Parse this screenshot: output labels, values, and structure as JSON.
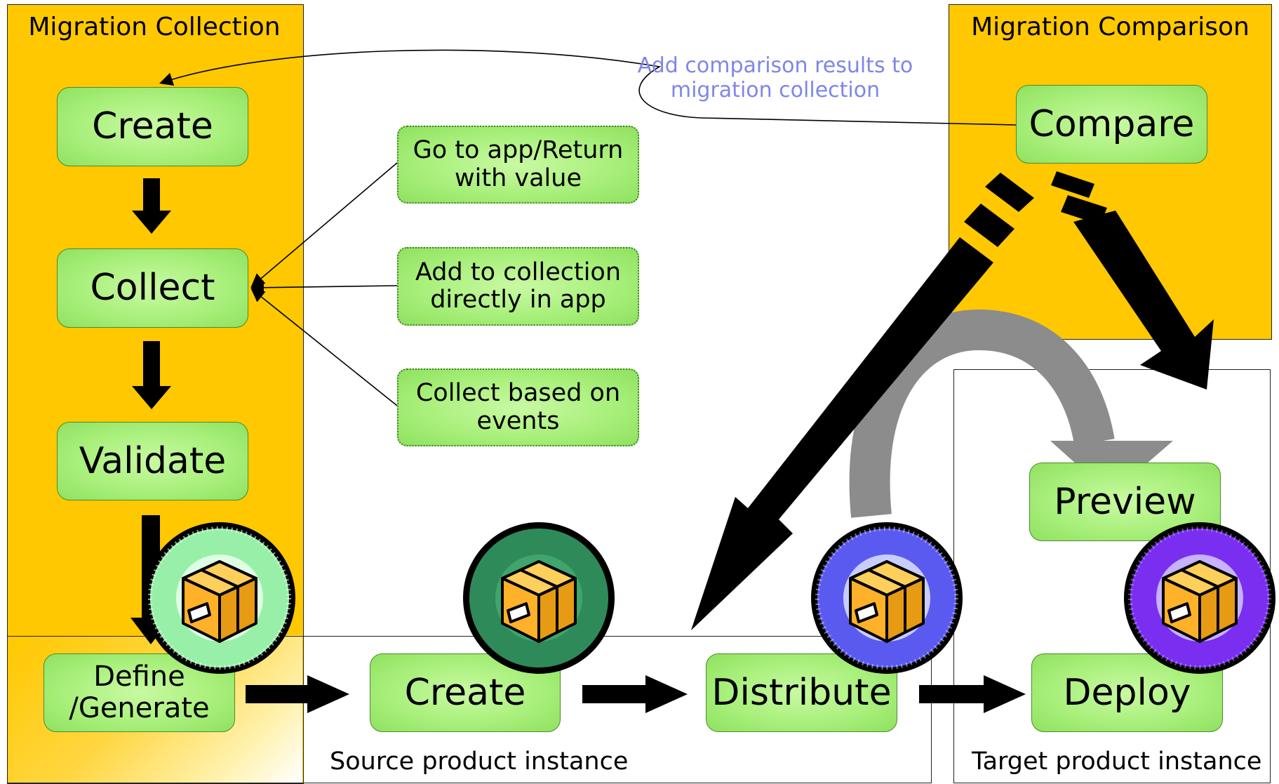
{
  "panels": {
    "collection_title": "Migration Collection",
    "comparison_title": "Migration Comparison",
    "source_label": "Source product instance",
    "target_label": "Target product instance"
  },
  "collection_steps": {
    "create": "Create",
    "collect": "Collect",
    "validate": "Validate",
    "define": "Define /Generate"
  },
  "collect_methods": {
    "goto_app": "Go to app/Return with value",
    "add_direct": "Add to collection directly in app",
    "events": "Collect based on events"
  },
  "comparison": {
    "compare": "Compare",
    "note": "Add comparison results to migration collection"
  },
  "pipeline": {
    "create": "Create",
    "distribute": "Distribute",
    "preview": "Preview",
    "deploy": "Deploy"
  },
  "colors": {
    "panel_orange": "#ffc800",
    "node_green": "#a9f07c",
    "note_blue": "#7f86e8",
    "badge_light_green": "#98f0a8",
    "badge_dark_green": "#2f8a5a",
    "badge_blue": "#5a5af0",
    "badge_purple": "#7a2ef0"
  },
  "icons": [
    "package-icon"
  ]
}
